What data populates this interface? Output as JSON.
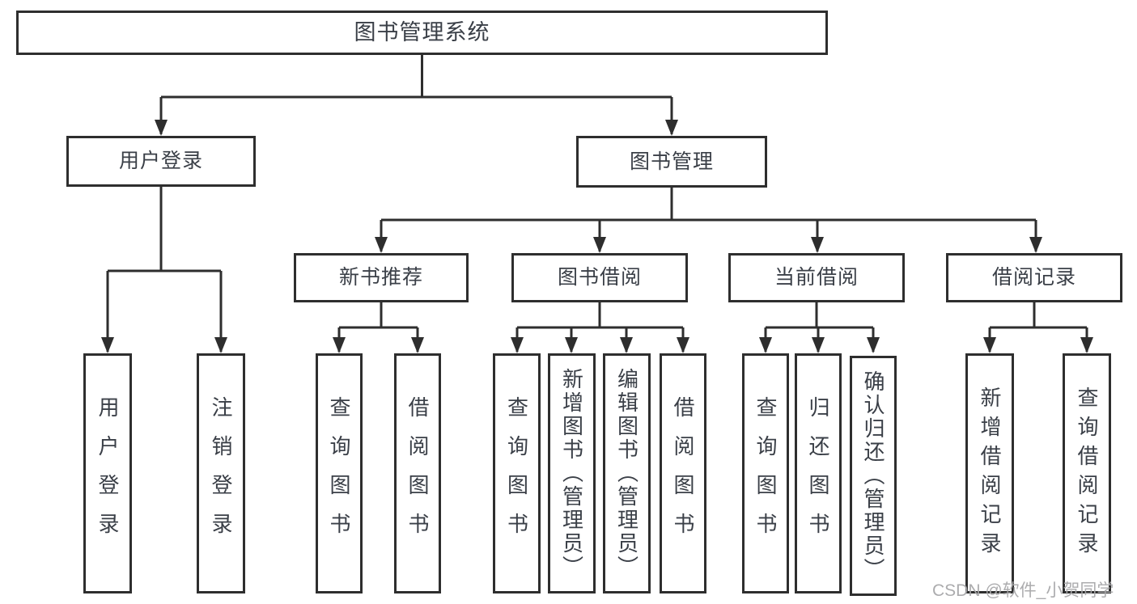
{
  "diagram": {
    "type": "tree",
    "root": {
      "label": "图书管理系统"
    },
    "branches": [
      {
        "label": "用户登录",
        "children": [
          {
            "label": "用户登录"
          },
          {
            "label": "注销登录"
          }
        ]
      },
      {
        "label": "图书管理",
        "children": [
          {
            "label": "新书推荐",
            "children": [
              {
                "label": "查询图书"
              },
              {
                "label": "借阅图书"
              }
            ]
          },
          {
            "label": "图书借阅",
            "children": [
              {
                "label": "查询图书"
              },
              {
                "label": "新增图书（管理员）"
              },
              {
                "label": "编辑图书（管理员）"
              },
              {
                "label": "借阅图书"
              }
            ]
          },
          {
            "label": "当前借阅",
            "children": [
              {
                "label": "查询图书"
              },
              {
                "label": "归还图书"
              },
              {
                "label": "确认归还（管理员）"
              }
            ]
          },
          {
            "label": "借阅记录",
            "children": [
              {
                "label": "新增借阅记录"
              },
              {
                "label": "查询借阅记录"
              }
            ]
          }
        ]
      }
    ]
  },
  "watermark": {
    "text": "CSDN @软件_小贺同学"
  },
  "colors": {
    "line": "#2e2e2e",
    "box_border": "#2e2e2e",
    "text": "#3a3f47",
    "watermark": "#a8a8aa",
    "background": "#ffffff"
  }
}
